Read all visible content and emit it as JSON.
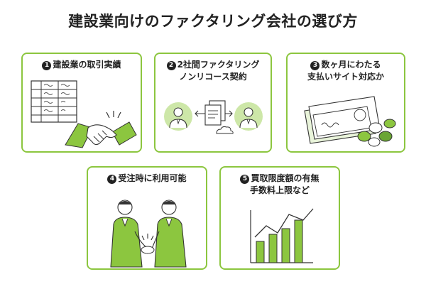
{
  "title": "建設業向けのファクタリング会社の選び方",
  "cards": [
    {
      "num": "1",
      "lines": [
        "建設業の取引実績"
      ]
    },
    {
      "num": "2",
      "lines": [
        "2社間ファクタリング",
        "ノンリコース契約"
      ]
    },
    {
      "num": "3",
      "lines": [
        "数ヶ月にわたる",
        "支払いサイト対応か"
      ]
    },
    {
      "num": "4",
      "lines": [
        "受注時に利用可能"
      ]
    },
    {
      "num": "5",
      "lines": [
        "買取限度額の有無",
        "手数料上限など"
      ]
    }
  ],
  "colors": {
    "accent": "#8cc63f",
    "accent_dark": "#6aa534",
    "text": "#222222"
  },
  "icons": [
    "document-table-icon",
    "handshake-icon",
    "person-icon",
    "document-icon",
    "cloud-icon",
    "banknotes-icon",
    "coins-icon",
    "businessmen-handshake-icon",
    "bar-chart-icon"
  ]
}
